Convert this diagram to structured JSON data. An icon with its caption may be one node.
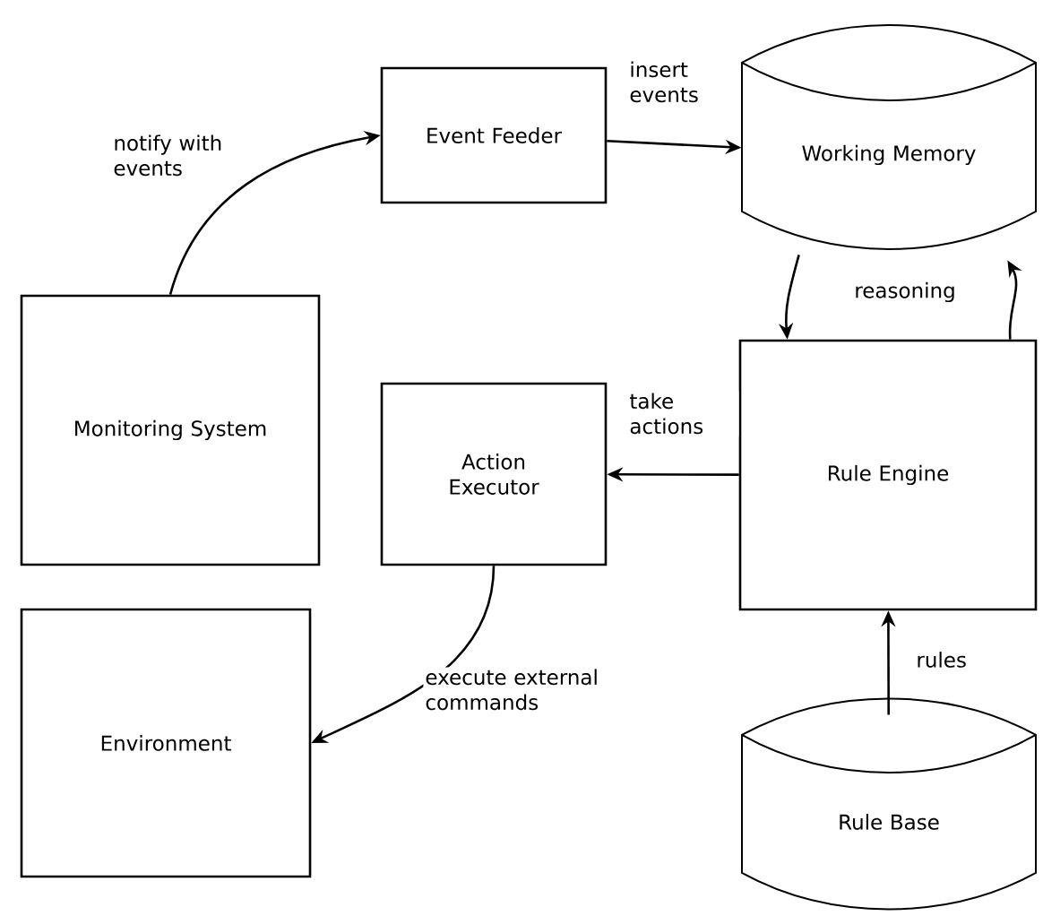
{
  "diagram": {
    "nodes": [
      {
        "text": [
          "Monitoring System"
        ]
      },
      {
        "text": [
          "Event Feeder"
        ]
      },
      {
        "text": [
          "Working Memory"
        ]
      },
      {
        "text": [
          "Rule Engine"
        ]
      },
      {
        "text": [
          "Action Executor"
        ]
      },
      {
        "text": [
          "Environment"
        ]
      },
      {
        "text": [
          "Rule Base"
        ]
      }
    ],
    "edges": [
      {
        "from": 0,
        "to": 1,
        "arrow": "to",
        "label": "notify with events"
      },
      {
        "from": 1,
        "to": 2,
        "arrow": "to",
        "label": "insert events"
      },
      {
        "from": 2,
        "to": 3,
        "arrow": "to",
        "label": "reasoning"
      },
      {
        "from": 3,
        "to": 2,
        "arrow": "to"
      },
      {
        "from": 3,
        "to": 4,
        "arrow": "to",
        "label": "take actions"
      },
      {
        "from": 4,
        "to": 5,
        "arrow": "to",
        "label": "execute external commands"
      },
      {
        "from": 6,
        "to": 3,
        "arrow": "to",
        "label": "rules"
      }
    ]
  }
}
